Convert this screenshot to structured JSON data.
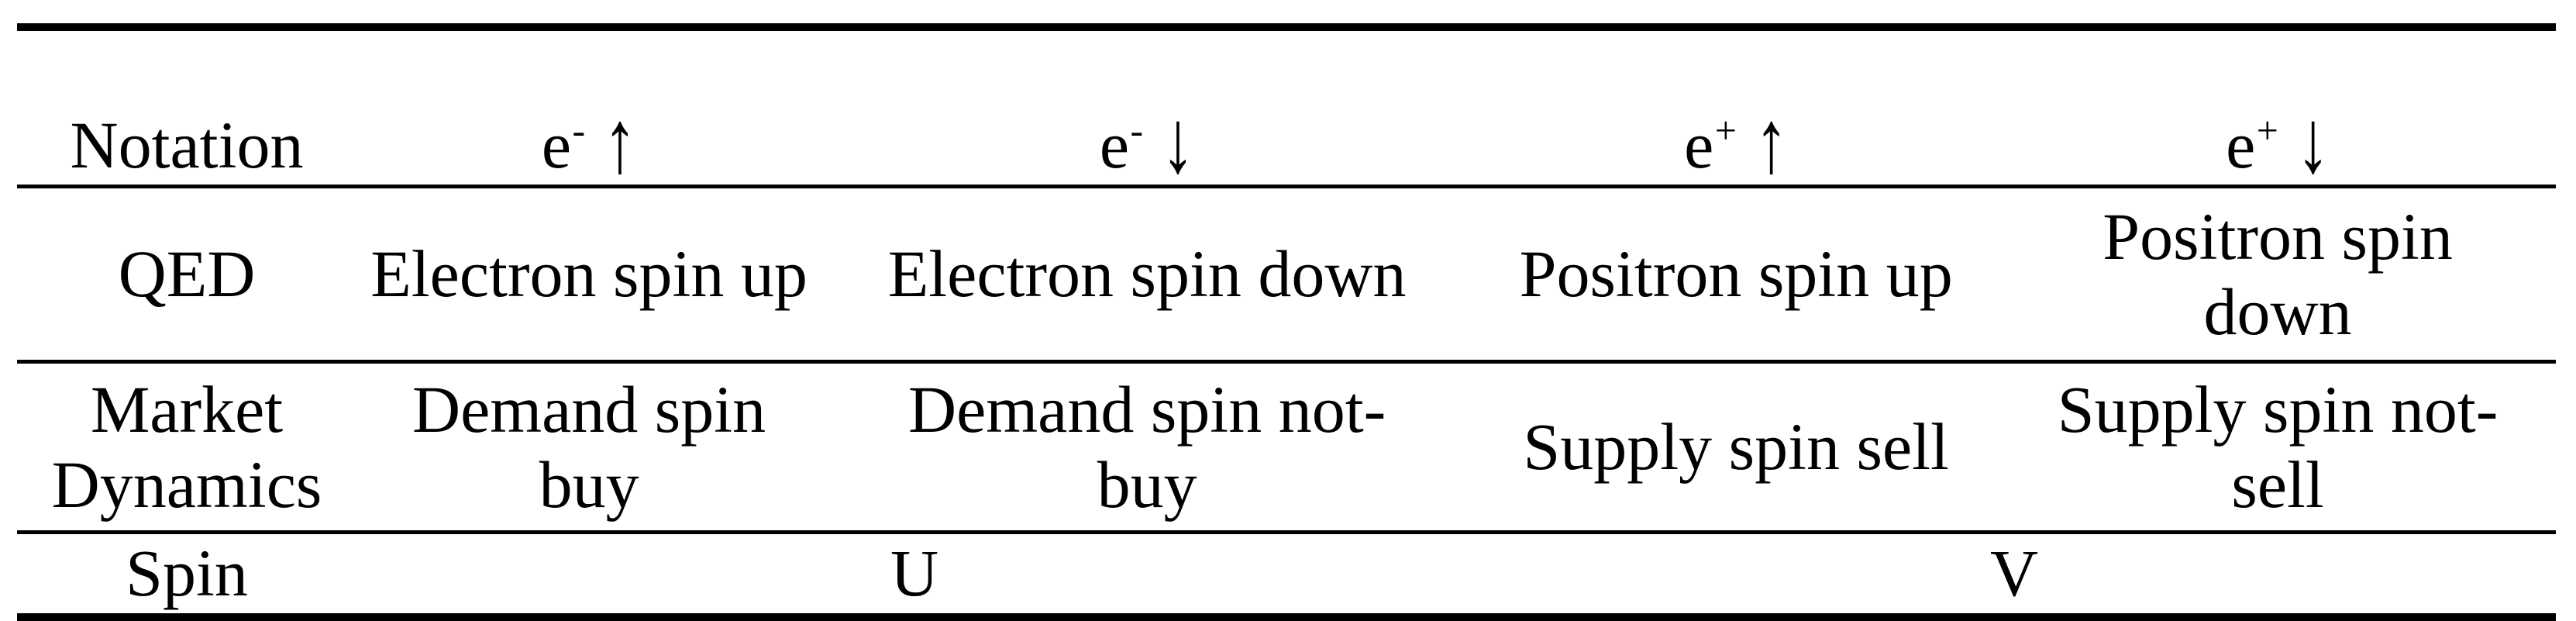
{
  "colors": {
    "background": "#ffffff",
    "text": "#000000",
    "rules": "#000000"
  },
  "table": {
    "header": {
      "label": "Notation",
      "columns": [
        {
          "base": "e",
          "sup": "-",
          "arrow": "↑"
        },
        {
          "base": "e",
          "sup": "-",
          "arrow": "↓"
        },
        {
          "base": "e",
          "sup": "+",
          "arrow": "↑"
        },
        {
          "base": "e",
          "sup": "+",
          "arrow": "↓"
        }
      ]
    },
    "rows": [
      {
        "label": [
          "QED"
        ],
        "cells": [
          [
            "Electron spin up"
          ],
          [
            "Electron spin down"
          ],
          [
            "Positron spin up"
          ],
          [
            "Positron spin",
            "down"
          ]
        ]
      },
      {
        "label": [
          "Market",
          "Dynamics"
        ],
        "cells": [
          [
            "Demand spin buy"
          ],
          [
            "Demand spin not-",
            "buy"
          ],
          [
            "Supply spin sell"
          ],
          [
            "Supply spin not-",
            "sell"
          ]
        ]
      },
      {
        "label": [
          "Spin"
        ],
        "spanned_cells": [
          {
            "text": "U",
            "colspan": 2
          },
          {
            "text": "V",
            "colspan": 2
          }
        ]
      }
    ]
  }
}
